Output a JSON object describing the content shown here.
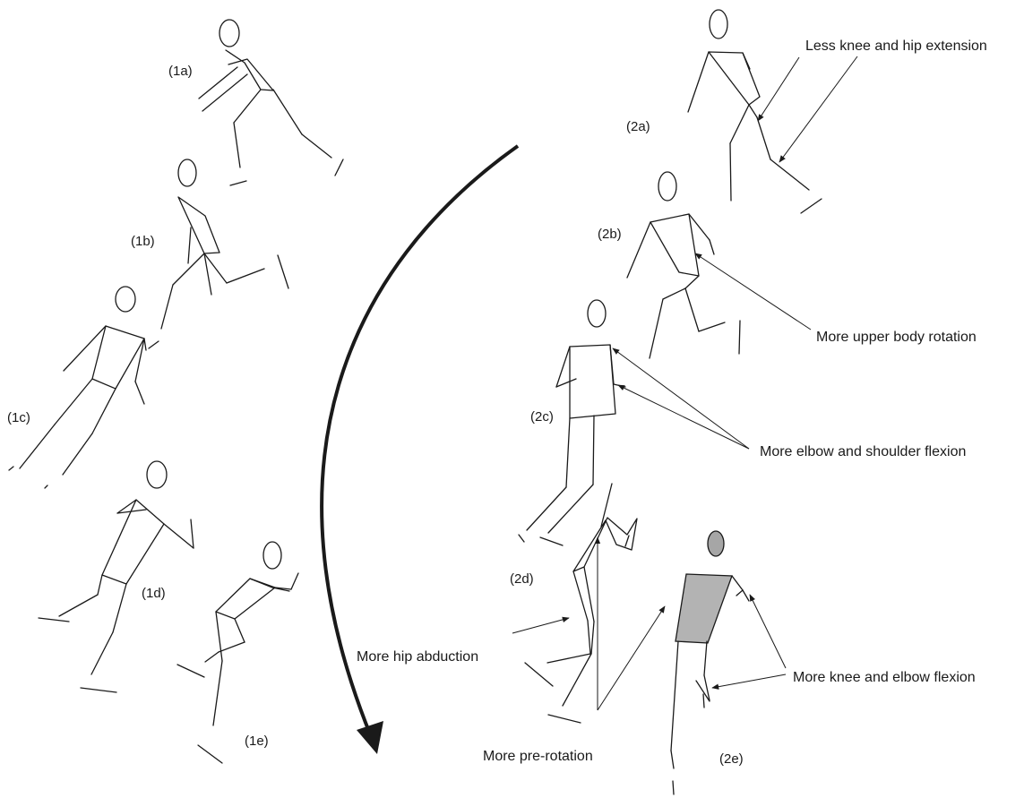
{
  "labels": {
    "fig_1a": "(1a)",
    "fig_1b": "(1b)",
    "fig_1c": "(1c)",
    "fig_1d": "(1d)",
    "fig_1e": "(1e)",
    "fig_2a": "(2a)",
    "fig_2b": "(2b)",
    "fig_2c": "(2c)",
    "fig_2d": "(2d)",
    "fig_2e": "(2e)"
  },
  "annotations": {
    "knee_hip_extension": "Less knee and hip extension",
    "upper_body_rotation": "More upper body rotation",
    "elbow_shoulder_flexion": "More elbow and shoulder flexion",
    "hip_abduction": "More hip abduction",
    "knee_elbow_flexion": "More knee and elbow flexion",
    "pre_rotation": "More pre-rotation"
  },
  "colors": {
    "line": "#1a1a1a",
    "highlight_fill": "#b3b3b3",
    "head_fill": "#a6a6a6"
  }
}
